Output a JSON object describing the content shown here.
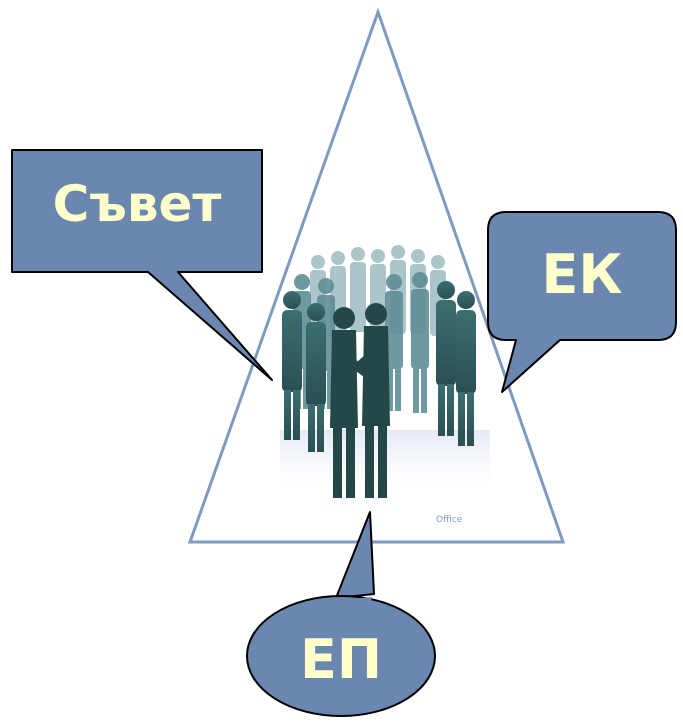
{
  "diagram": {
    "callouts": {
      "council": {
        "label": "Съвет"
      },
      "commission": {
        "label": "ЕК"
      },
      "parliament": {
        "label": "ЕП"
      }
    },
    "image": {
      "subject": "people-crowd-silhouettes",
      "watermark": "Office"
    },
    "colors": {
      "callout_fill": "#6B87B0",
      "callout_stroke": "#000000",
      "callout_text": "#FFFFCC",
      "triangle_stroke": "#7F9ABF",
      "figure_dark": "#2F5A5C",
      "figure_mid": "#4F7F88",
      "figure_light": "#8FB0B8",
      "shadow": "#D7DDEE"
    }
  }
}
